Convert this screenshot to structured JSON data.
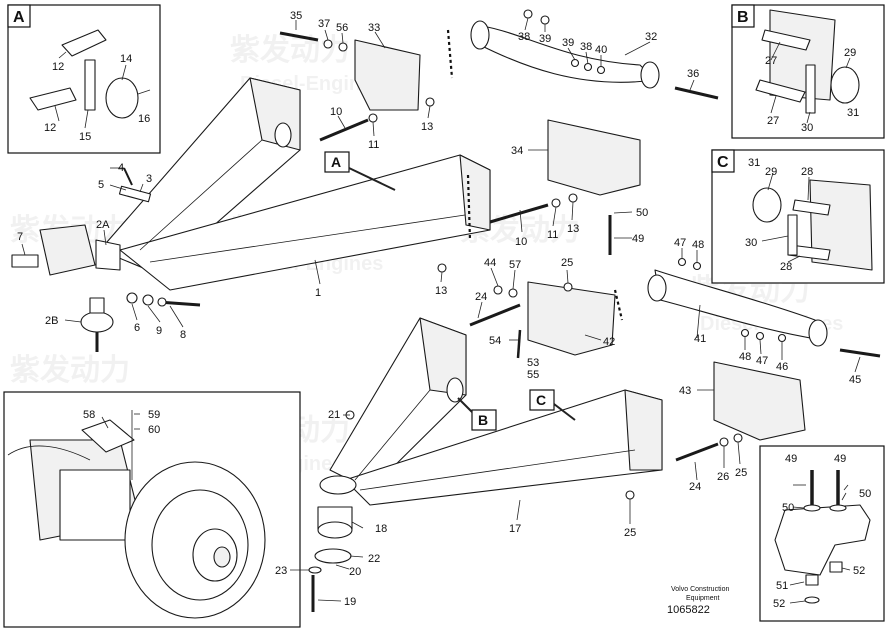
{
  "watermark": {
    "brand_cn": "紫发动力",
    "brand_en": "Diesel-Engines"
  },
  "footer": {
    "company_line1": "Volvo Construction",
    "company_line2": "Equipment",
    "doc_number": "1065822"
  },
  "detail_boxes": {
    "A": "A",
    "B": "B",
    "C": "C"
  },
  "view_tags": {
    "A": "A",
    "B": "B",
    "C": "C"
  },
  "callouts": {
    "c1": "1",
    "c2a": "2A",
    "c2b": "2B",
    "c3": "3",
    "c4": "4",
    "c5": "5",
    "c6": "6",
    "c7": "7",
    "c8": "8",
    "c9": "9",
    "c10a": "10",
    "c10b": "10",
    "c11a": "11",
    "c11b": "11",
    "c12a": "12",
    "c12b": "12",
    "c13a": "13",
    "c13b": "13",
    "c13c": "13",
    "c14": "14",
    "c15": "15",
    "c16": "16",
    "c17": "17",
    "c18": "18",
    "c19": "19",
    "c20": "20",
    "c21": "21",
    "c22": "22",
    "c23": "23",
    "c24a": "24",
    "c24b": "24",
    "c25a": "25",
    "c25b": "25",
    "c25c": "25",
    "c26": "26",
    "c27a": "27",
    "c27b": "27",
    "c28a": "28",
    "c28b": "28",
    "c29a": "29",
    "c29b": "29",
    "c30a": "30",
    "c30b": "30",
    "c31a": "31",
    "c31b": "31",
    "c32": "32",
    "c33": "33",
    "c34": "34",
    "c35": "35",
    "c36": "36",
    "c37": "37",
    "c38a": "38",
    "c38b": "38",
    "c39a": "39",
    "c39b": "39",
    "c40": "40",
    "c41": "41",
    "c42": "42",
    "c43": "43",
    "c44": "44",
    "c45": "45",
    "c46": "46",
    "c47a": "47",
    "c47b": "47",
    "c48a": "48",
    "c48b": "48",
    "c49a": "49",
    "c49b": "49",
    "c49c": "49",
    "c50a": "50",
    "c50b": "50",
    "c50c": "50",
    "c51": "51",
    "c52a": "52",
    "c52b": "52",
    "c53": "53",
    "c54": "54",
    "c55": "55",
    "c56": "56",
    "c57": "57",
    "c58": "58",
    "c59": "59",
    "c60": "60"
  },
  "colors": {
    "line": "#1a1a1a",
    "background": "#ffffff",
    "shade": "#f1f1f1"
  }
}
